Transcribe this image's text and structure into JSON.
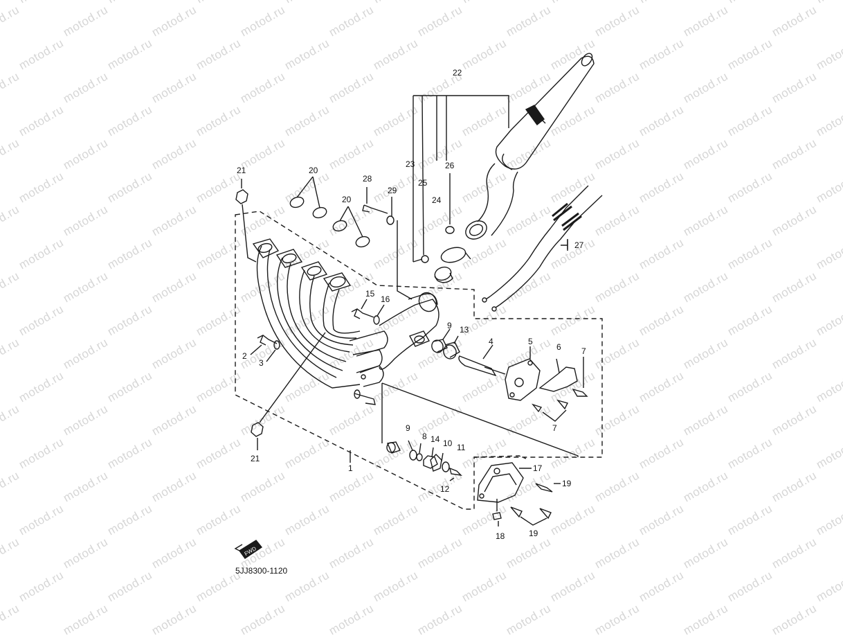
{
  "watermark": "motod.ru",
  "diagram_code": "5JJ8300-1120",
  "fwd_label": "FWD",
  "callouts": {
    "p1": "1",
    "p2": "2",
    "p3": "3",
    "p4": "4",
    "p5": "5",
    "p6": "6",
    "p7a": "7",
    "p7b": "7",
    "p8": "8",
    "p9a": "9",
    "p9b": "9",
    "p10": "10",
    "p11": "11",
    "p12": "12",
    "p13": "13",
    "p14": "14",
    "p15": "15",
    "p16": "16",
    "p17": "17",
    "p18": "18",
    "p19a": "19",
    "p19b": "19",
    "p20a": "20",
    "p20b": "20",
    "p21a": "21",
    "p21b": "21",
    "p22": "22",
    "p23": "23",
    "p24": "24",
    "p25": "25",
    "p26": "26",
    "p27": "27",
    "p28": "28",
    "p29": "29"
  },
  "colors": {
    "line": "#1a1a1a",
    "watermark": "#d6d6d6",
    "background": "#ffffff"
  }
}
